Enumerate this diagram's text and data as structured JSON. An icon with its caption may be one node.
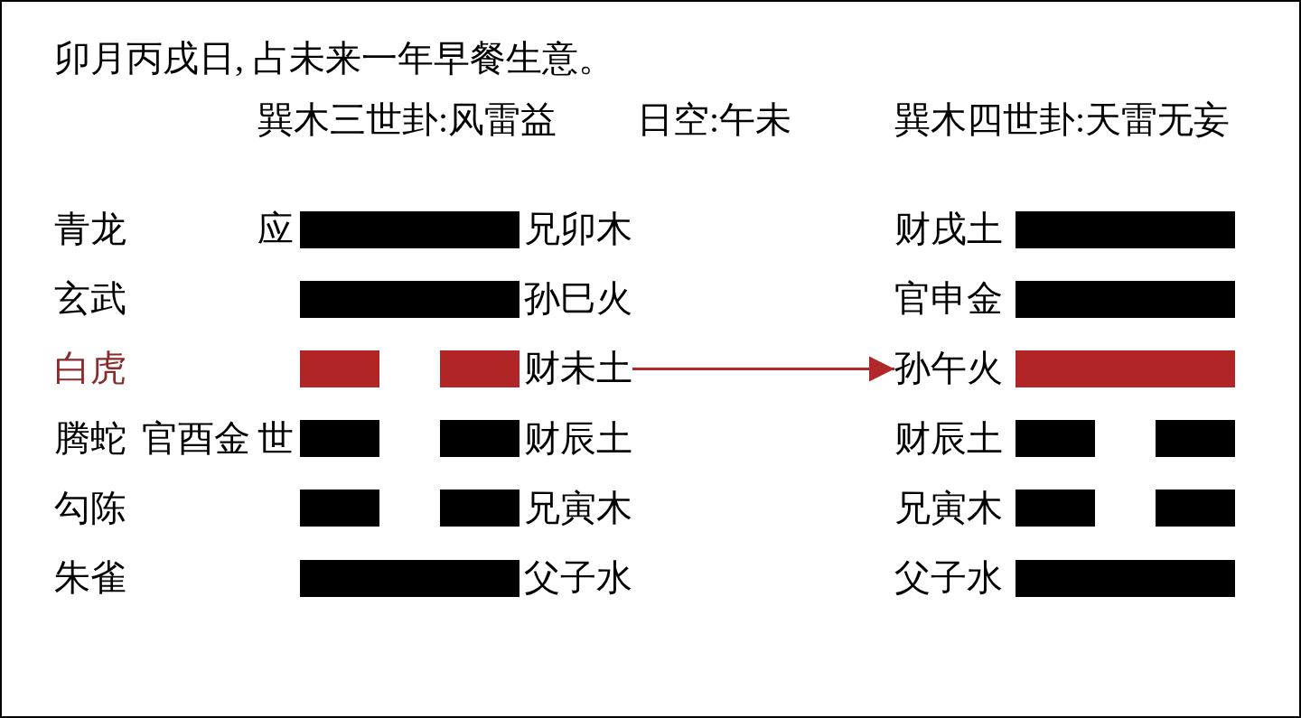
{
  "diagram": {
    "title": "卯月丙戌日, 占未来一年早餐生意。",
    "nodes": [
      {
        "text": [],
        "shape": "bar"
      },
      {
        "text": [],
        "shape": "bar"
      },
      {
        "text": [],
        "shape": "bar"
      },
      {
        "text": [],
        "shape": "bar"
      },
      {
        "text": [],
        "shape": "bar"
      },
      {
        "text": [],
        "shape": "bar"
      },
      {
        "text": [
          "财未土"
        ]
      },
      {
        "text": [
          "孙午火"
        ]
      },
      {
        "text": [],
        "shape": "bar"
      },
      {
        "text": [],
        "shape": "bar"
      },
      {
        "text": [],
        "shape": "bar"
      },
      {
        "text": [],
        "shape": "bar"
      },
      {
        "text": [],
        "shape": "bar"
      },
      {
        "text": [],
        "shape": "bar"
      },
      {
        "text": [],
        "shape": "bar"
      },
      {
        "text": [],
        "shape": "bar"
      },
      {
        "text": [],
        "shape": "bar"
      },
      {
        "text": [],
        "shape": "bar"
      },
      {
        "text": [],
        "shape": "bar"
      }
    ],
    "edges": [
      {
        "from": 6,
        "to": 7,
        "arrow": "to",
        "color": "#b0282a"
      }
    ],
    "labels": [
      "巽木三世卦:风雷益",
      "日空:午未",
      "巽木四世卦:天雷无妄",
      "青龙",
      "应",
      "兄卯木",
      "财戌土",
      "玄武",
      "孙巳火",
      "官申金",
      "白虎",
      "腾蛇",
      "官酉金",
      "世",
      "财辰土",
      "财辰土",
      "勾陈",
      "兄寅木",
      "兄寅木",
      "朱雀",
      "父子水",
      "父子水"
    ]
  }
}
